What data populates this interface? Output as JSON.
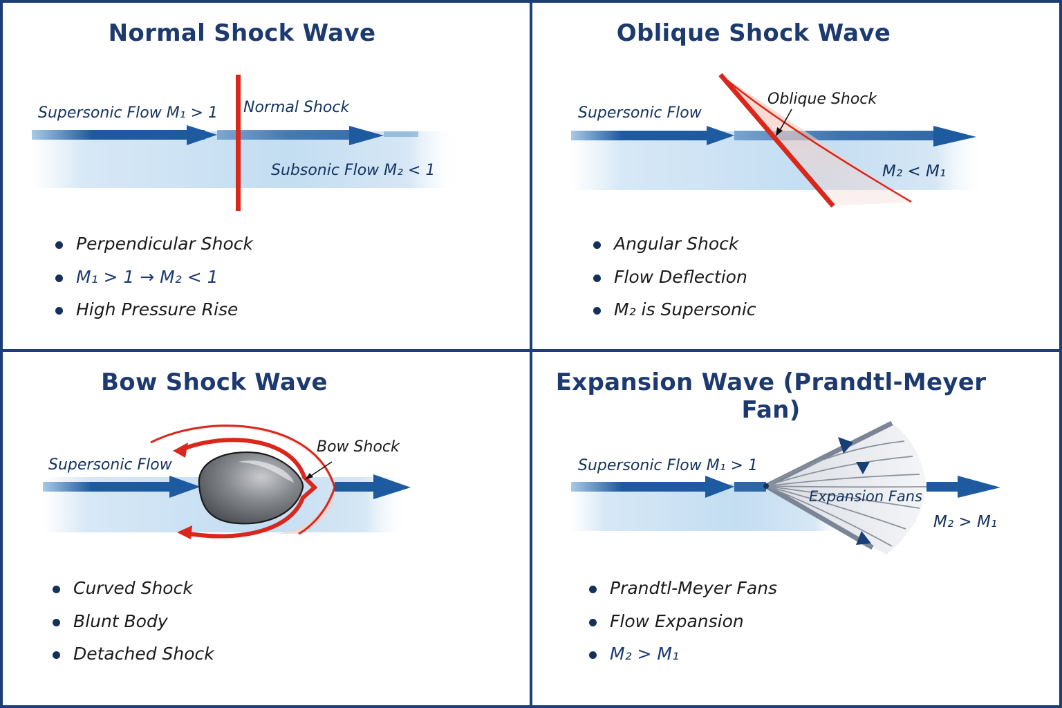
{
  "panels": {
    "normal": {
      "title": "Normal Shock Wave",
      "labels": {
        "upstream": "Supersonic Flow M₁ > 1",
        "shock": "Normal Shock",
        "downstream": "Subsonic Flow M₂ < 1"
      },
      "bullets": [
        "Perpendicular Shock",
        "M₁ > 1 → M₂ < 1",
        "High Pressure Rise"
      ]
    },
    "oblique": {
      "title": "Oblique Shock Wave",
      "labels": {
        "upstream": "Supersonic Flow",
        "shock": "Oblique Shock",
        "downstream": "M₂ < M₁"
      },
      "bullets": [
        "Angular Shock",
        "Flow Deflection",
        "M₂ is Supersonic"
      ]
    },
    "bow": {
      "title": "Bow Shock Wave",
      "labels": {
        "upstream": "Supersonic Flow",
        "shock": "Bow Shock"
      },
      "bullets": [
        "Curved Shock",
        "Blunt Body",
        "Detached Shock"
      ]
    },
    "expansion": {
      "title": "Expansion Wave (Prandtl-Meyer Fan)",
      "labels": {
        "upstream": "Supersonic Flow M₁ > 1",
        "fan": "Expansion Fans",
        "downstream": "M₂ > M₁"
      },
      "bullets": [
        "Prandtl-Meyer Fans",
        "Flow Expansion",
        "M₂ > M₁"
      ]
    }
  },
  "colors": {
    "frame": "#1d3e77",
    "title": "#1c3a70",
    "flow_arrow": "#1d5aa0",
    "shock_red": "#d9271c",
    "flow_band": "#c6dff2"
  }
}
